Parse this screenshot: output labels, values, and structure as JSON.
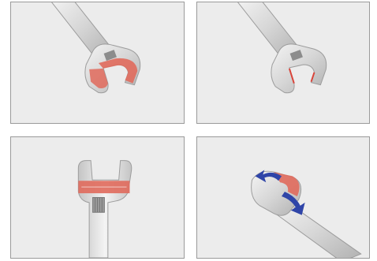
{
  "panels": [
    {
      "id": "p1",
      "highlight": "full-jaw"
    },
    {
      "id": "p2",
      "highlight": "jaw-edges"
    },
    {
      "id": "p3",
      "highlight": "jaw-scale"
    },
    {
      "id": "p4",
      "highlight": "rotation-arrows"
    }
  ],
  "colors": {
    "panel_bg": "#ececec",
    "panel_border": "#9a9a9a",
    "metal_light": "#f2f2f2",
    "metal_mid": "#d2d2d2",
    "metal_dark": "#a8a8a8",
    "highlight_red": "#e06a5c",
    "arrow_blue": "#2f45a8"
  }
}
